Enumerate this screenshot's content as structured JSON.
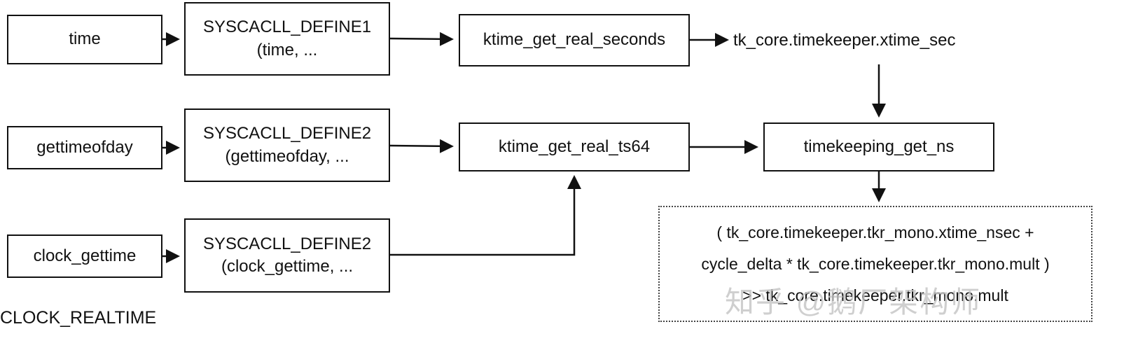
{
  "colors": {
    "line": "#111111",
    "background": "#ffffff",
    "watermark": "#c3c3c3"
  },
  "nodes": {
    "time": {
      "label": "time"
    },
    "syscall_define1": {
      "line1": "SYSCACLL_DEFINE1",
      "line2": "(time, ..."
    },
    "ktime_get_real_seconds": {
      "label": "ktime_get_real_seconds"
    },
    "xtime_sec": {
      "label": "tk_core.timekeeper.xtime_sec"
    },
    "gettimeofday": {
      "label": "gettimeofday"
    },
    "syscall_define2_gettimeofday": {
      "line1": "SYSCACLL_DEFINE2",
      "line2": "(gettimeofday, ..."
    },
    "ktime_get_real_ts64": {
      "label": "ktime_get_real_ts64"
    },
    "timekeeping_get_ns": {
      "label": "timekeeping_get_ns"
    },
    "clock_gettime": {
      "label": "clock_gettime"
    },
    "syscall_define2_clock_gettime": {
      "line1": "SYSCACLL_DEFINE2",
      "line2": "(clock_gettime, ..."
    },
    "formula": {
      "line1": "( tk_core.timekeeper.tkr_mono.xtime_nsec +",
      "line2": "cycle_delta * tk_core.timekeeper.tkr_mono.mult )",
      "line3": ">> tk_core.timekeeper.tkr_mono.mult"
    },
    "clock_realtime_label": {
      "label": "CLOCK_REALTIME"
    }
  },
  "edges": [
    {
      "from": "time",
      "to": "syscall_define1"
    },
    {
      "from": "syscall_define1",
      "to": "ktime_get_real_seconds"
    },
    {
      "from": "ktime_get_real_seconds",
      "to": "xtime_sec"
    },
    {
      "from": "xtime_sec",
      "to": "timekeeping_get_ns"
    },
    {
      "from": "gettimeofday",
      "to": "syscall_define2_gettimeofday"
    },
    {
      "from": "syscall_define2_gettimeofday",
      "to": "ktime_get_real_ts64"
    },
    {
      "from": "ktime_get_real_ts64",
      "to": "timekeeping_get_ns"
    },
    {
      "from": "clock_gettime",
      "to": "syscall_define2_clock_gettime"
    },
    {
      "from": "syscall_define2_clock_gettime",
      "to": "ktime_get_real_ts64"
    },
    {
      "from": "timekeeping_get_ns",
      "to": "formula"
    }
  ],
  "watermark": {
    "text": "知乎 @鹅厂架构师"
  }
}
